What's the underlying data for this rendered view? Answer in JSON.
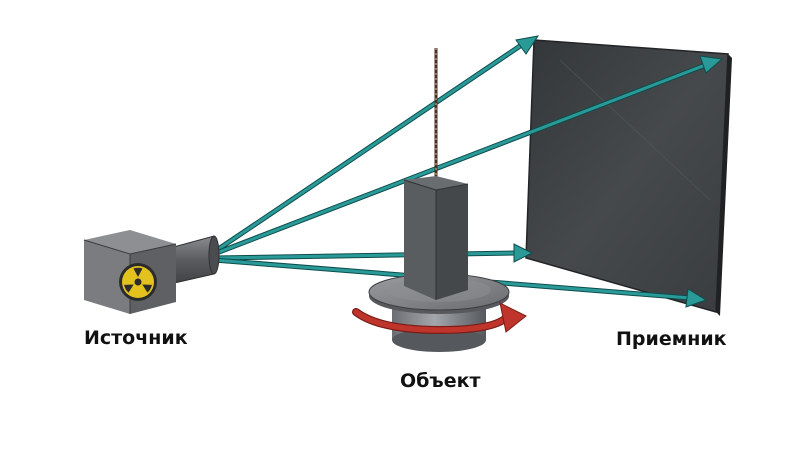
{
  "labels": {
    "source": "Источник",
    "object": "Объект",
    "detector": "Приемник"
  },
  "colors": {
    "beam": "#2a9a98",
    "beam_outline": "#0d4d4c",
    "rotation_arrow": "#c0352b",
    "detector_panel": "#3d4043",
    "object_block": "#505356",
    "source_housing": "#6e6e6e",
    "radiation_symbol": "#e4c21e"
  },
  "icons": {
    "source": "radiation-icon",
    "rotation": "rotation-arrow-icon"
  }
}
